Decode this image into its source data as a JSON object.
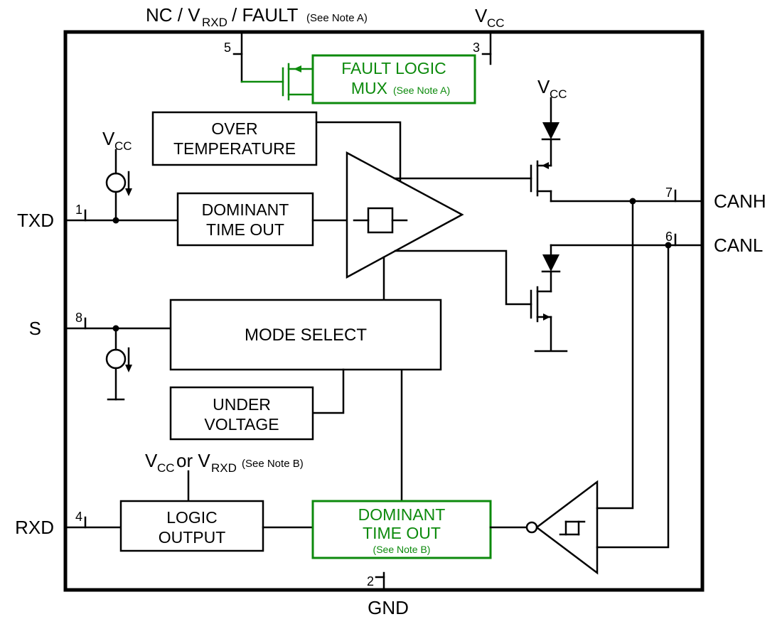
{
  "colors": {
    "line": "#000000",
    "green": "#0c8a0c",
    "background": "#ffffff"
  },
  "labels": {
    "pin5_top": {
      "part1": "NC / V",
      "sub1": "RXD",
      "part2": "/ FAULT",
      "note": "(See Note A)"
    },
    "vcc": {
      "main": "V",
      "sub": "CC"
    },
    "vcc_or_vrxd": {
      "part1": "V",
      "sub1": "CC",
      "part2": "or V",
      "sub2": "RXD",
      "note": "(See Note B)"
    }
  },
  "pins": {
    "pin1": {
      "num": "1",
      "name": "TXD"
    },
    "pin2": {
      "num": "2",
      "name": "GND"
    },
    "pin3": {
      "num": "3"
    },
    "pin4": {
      "num": "4",
      "name": "RXD"
    },
    "pin5": {
      "num": "5"
    },
    "pin6": {
      "num": "6",
      "name": "CANL"
    },
    "pin7": {
      "num": "7",
      "name": "CANH"
    },
    "pin8": {
      "num": "8",
      "name": "S"
    }
  },
  "blocks": {
    "fault_logic_mux": {
      "line1": "FAULT LOGIC",
      "line2": "MUX",
      "note": "(See Note A)"
    },
    "over_temperature": {
      "line1": "OVER",
      "line2": "TEMPERATURE"
    },
    "dominant_time_out_tx": {
      "line1": "DOMINANT",
      "line2": "TIME OUT"
    },
    "mode_select": {
      "label": "MODE SELECT"
    },
    "under_voltage": {
      "line1": "UNDER",
      "line2": "VOLTAGE"
    },
    "logic_output": {
      "line1": "LOGIC",
      "line2": "OUTPUT"
    },
    "dominant_time_out_rx": {
      "line1": "DOMINANT",
      "line2": "TIME OUT",
      "note": "(See Note B)"
    }
  }
}
